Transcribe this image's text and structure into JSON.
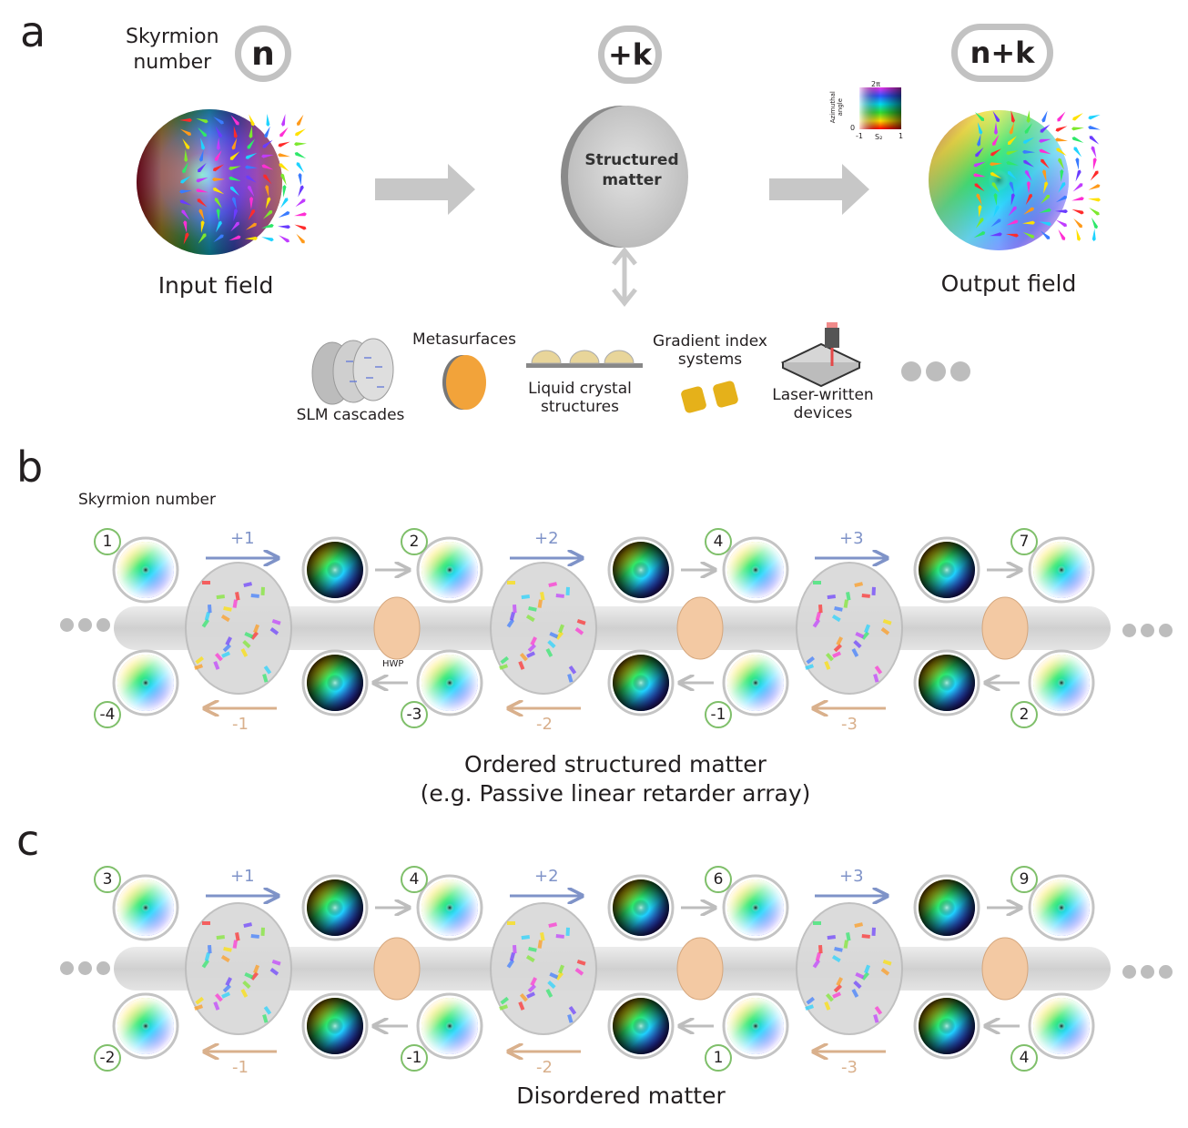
{
  "panel_a": {
    "letter": "a",
    "skyrmion_label": "Skyrmion\nnumber",
    "badge_input": "n",
    "badge_matter": "+k",
    "badge_output": "n+k",
    "matter_label": "Structured\nmatter",
    "input_label": "Input field",
    "output_label": "Output field",
    "colorbar": {
      "y_top": "2π",
      "y_bottom": "0",
      "x_left": "-1",
      "x_right": "1",
      "y_label": "Azimuthal\nangle",
      "x_label": "S₂"
    },
    "examples": [
      {
        "label": "SLM cascades"
      },
      {
        "label": "Metasurfaces"
      },
      {
        "label": "Liquid crystal\nstructures"
      },
      {
        "label": "Gradient index\nsystems"
      },
      {
        "label": "Laser-written\ndevices"
      }
    ]
  },
  "panel_b": {
    "letter": "b",
    "skyrmion_label": "Skyrmion number",
    "top_numbers": [
      "1",
      "2",
      "4",
      "7"
    ],
    "top_steps": [
      "+1",
      "+2",
      "+3"
    ],
    "bottom_numbers": [
      "-4",
      "-3",
      "-1",
      "2"
    ],
    "bottom_steps": [
      "-1",
      "-2",
      "-3"
    ],
    "hwp_label": "HWP",
    "caption_line1": "Ordered structured matter",
    "caption_line2": "(e.g. Passive linear retarder array)"
  },
  "panel_c": {
    "letter": "c",
    "top_numbers": [
      "3",
      "4",
      "6",
      "9"
    ],
    "top_steps": [
      "+1",
      "+2",
      "+3"
    ],
    "bottom_numbers": [
      "-2",
      "-1",
      "1",
      "4"
    ],
    "bottom_steps": [
      "-1",
      "-2",
      "-3"
    ],
    "caption": "Disordered matter"
  },
  "colors": {
    "step_up": "#7f93c8",
    "step_down": "#d9b08c",
    "badge_border": "#7fbf6a",
    "pill_border": "#c2c2c2",
    "arrow_gray": "#bdbdbd",
    "hwp": "#f3c9a3"
  }
}
